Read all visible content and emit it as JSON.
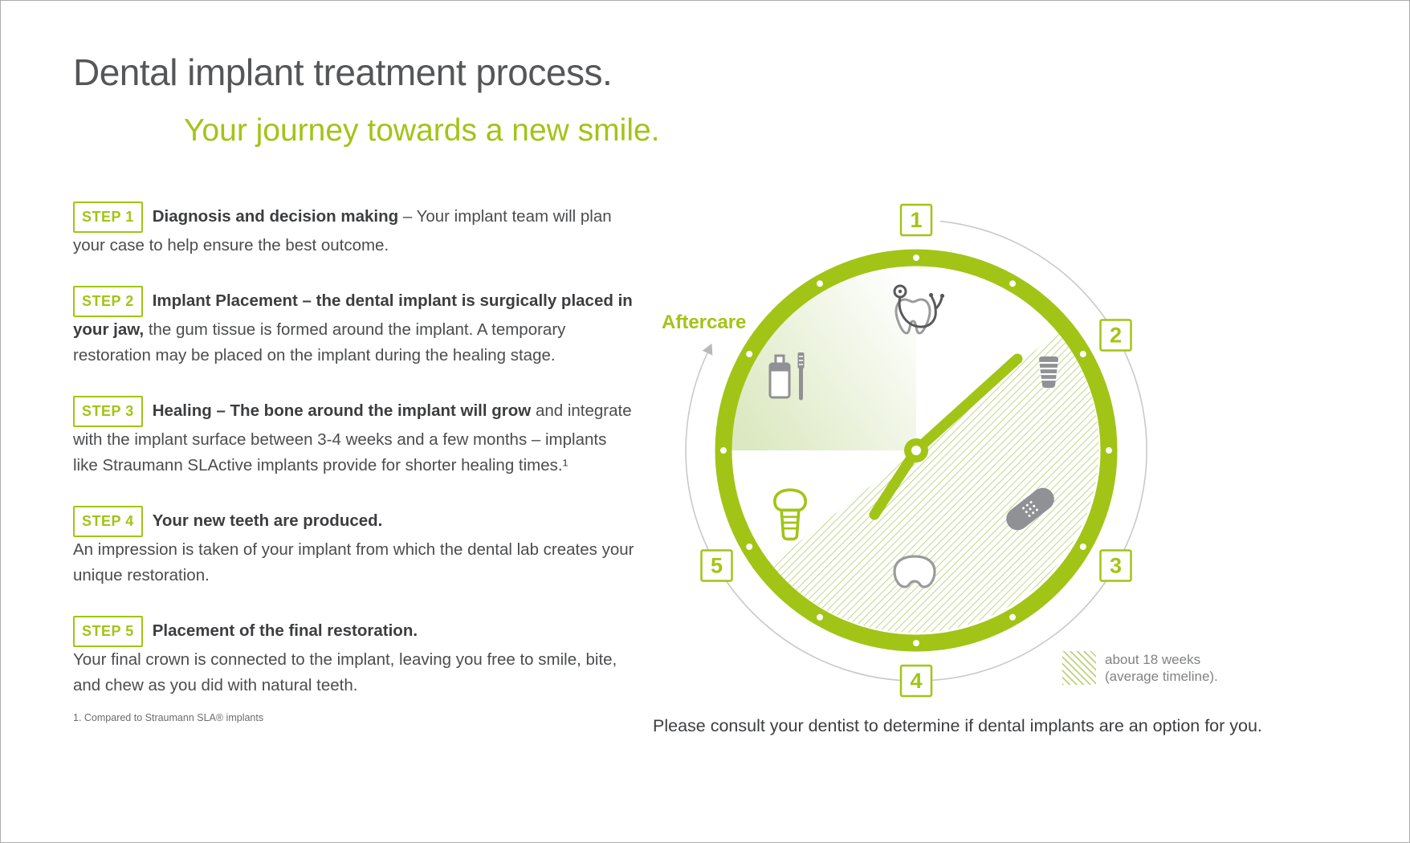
{
  "header": {
    "title": "Dental implant treatment process.",
    "subtitle": "Your journey towards a new smile."
  },
  "steps": [
    {
      "label": "STEP 1",
      "bold": "Diagnosis and decision making",
      "rest": "– Your implant team will plan your case to help ensure the best outcome."
    },
    {
      "label": "STEP 2",
      "bold": "Implant Placement – the dental implant is surgically placed in your jaw,",
      "rest": "the gum tissue is formed around the implant. A temporary restoration may be placed on the implant during the healing stage."
    },
    {
      "label": "STEP 3",
      "bold": "Healing – The bone around the implant will grow",
      "rest": "and integrate with the implant surface between 3-4 weeks and a few months – implants like Straumann SLActive implants provide for shorter healing times.¹"
    },
    {
      "label": "STEP 4",
      "bold": "Your new teeth are produced.",
      "rest": "An impression is taken of your implant from which the dental lab creates your unique restoration."
    },
    {
      "label": "STEP 5",
      "bold": "Placement of the final restoration.",
      "rest": "Your final crown is connected to the implant, leaving you free to smile, bite, and chew as you did with natural teeth."
    }
  ],
  "footnote": "1. Compared to Straumann SLA® implants",
  "clock": {
    "aftercare_label": "Aftercare",
    "numbers": [
      "1",
      "2",
      "3",
      "4",
      "5"
    ],
    "legend_line1": "about 18 weeks",
    "legend_line2": "(average timeline)."
  },
  "footer": {
    "caption": "Please consult your dentist to determine if dental implants are an option for you."
  },
  "colors": {
    "accent": "#a2c416",
    "hatch": "#bdd27c",
    "icon_gray": "#909194",
    "icon_dark": "#58595b",
    "text": "#4b4c4e"
  }
}
